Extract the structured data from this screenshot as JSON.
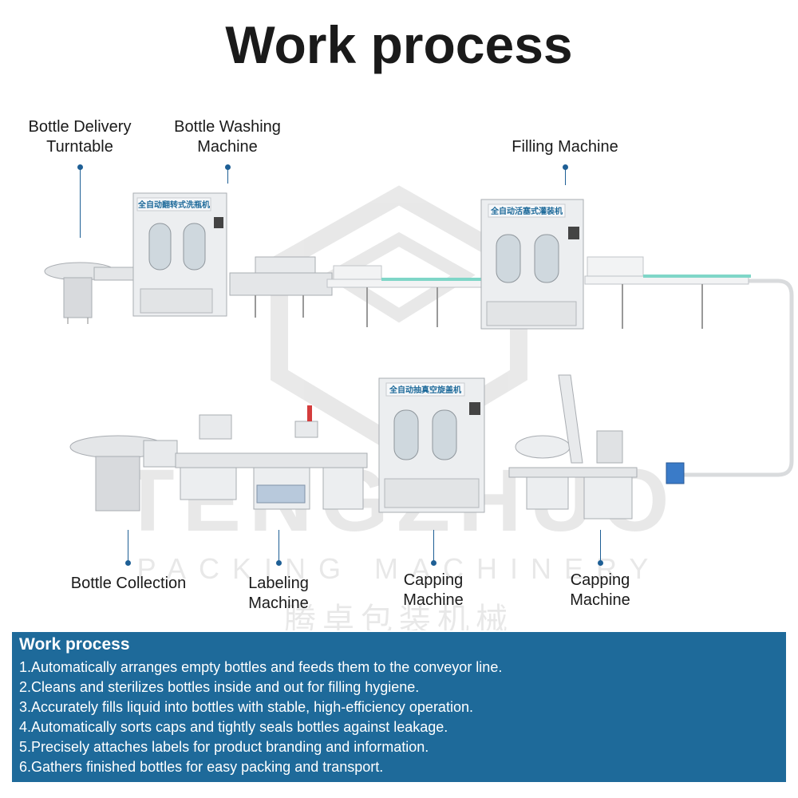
{
  "page_title": "Work process",
  "labels": {
    "bottle_delivery_turntable": "Bottle Delivery\nTurntable",
    "bottle_washing_machine": "Bottle Washing\nMachine",
    "filling_machine": "Filling Machine",
    "bottle_collection": "Bottle Collection",
    "labeling_machine": "Labeling\nMachine",
    "capping_machine_1": "Capping\nMachine",
    "capping_machine_2": "Capping\nMachine"
  },
  "machine_signs": {
    "washing": "全自动翻转式洗瓶机",
    "filling": "全自动活塞式灌装机",
    "capping": "全自动抽真空旋盖机"
  },
  "watermark": {
    "brand": "TENGZHUO",
    "subtitle": "PACKING MACHINERY",
    "chinese": "腾卓包装机械"
  },
  "panel": {
    "title": "Work process",
    "steps": [
      "1.Automatically arranges empty bottles and feeds them to the conveyor line.",
      "2.Cleans and sterilizes bottles inside and out for filling hygiene.",
      "3.Accurately fills liquid into bottles with stable, high-efficiency operation.",
      "4.Automatically sorts caps and tightly seals bottles against leakage.",
      "5.Precisely attaches labels for product branding and information.",
      "6.Gathers finished bottles for easy packing and transport."
    ]
  },
  "colors": {
    "accent": "#1e6a9a",
    "pin": "#1e5f95",
    "machine": "#e4e6e8",
    "machine_edge": "#a9adb2",
    "conveyor": "#7fd6c8"
  }
}
